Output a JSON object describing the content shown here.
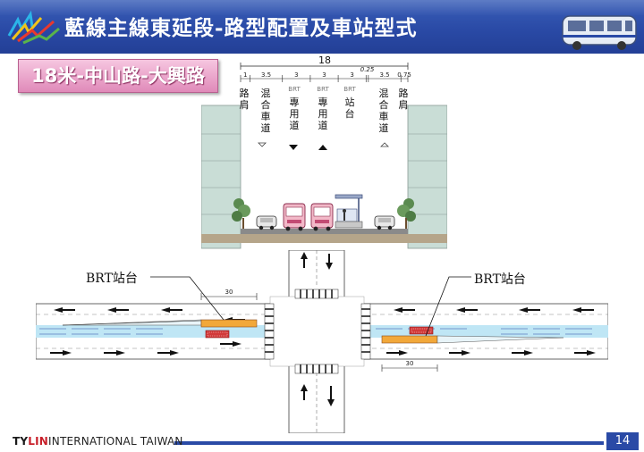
{
  "header": {
    "title": "藍線主線東延段-路型配置及車站型式",
    "accent_color": "#2a4aa6"
  },
  "subtitle": "18米-中山路-大興路",
  "cross_section": {
    "total_width": "18",
    "dimensions": [
      "1",
      "3.5",
      "3",
      "3",
      "3",
      "0.25",
      "3.5",
      "0.75"
    ],
    "lane_labels": [
      {
        "small": "",
        "text": "路肩"
      },
      {
        "small": "",
        "text": "混合車道"
      },
      {
        "small": "BRT",
        "text": "專用道"
      },
      {
        "small": "BRT",
        "text": "專用道"
      },
      {
        "small": "BRT",
        "text": "站台"
      },
      {
        "small": "",
        "text": "混合車道"
      },
      {
        "small": "",
        "text": "路肩"
      }
    ]
  },
  "plan": {
    "station_label_left": "BRT站台",
    "station_label_right": "BRT站台",
    "dim_left": "30",
    "dim_right": "30"
  },
  "footer": {
    "company_prefix": "TY",
    "company_mid": "LIN",
    "company_suffix": "INTERNATIONAL TAIWAN",
    "page_number": "14"
  }
}
